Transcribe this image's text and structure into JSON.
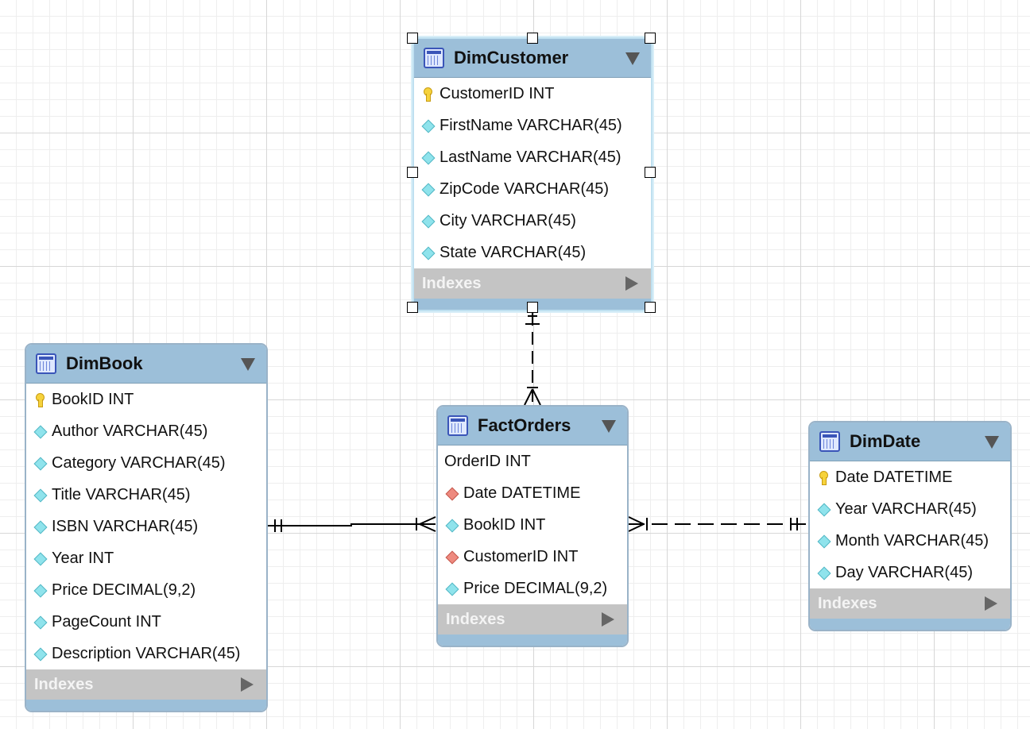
{
  "tables": {
    "dimcustomer": {
      "name": "DimCustomer",
      "columns": [
        {
          "text": "CustomerID INT",
          "marker": "key"
        },
        {
          "text": "FirstName VARCHAR(45)",
          "marker": "diamond"
        },
        {
          "text": "LastName VARCHAR(45)",
          "marker": "diamond"
        },
        {
          "text": "ZipCode VARCHAR(45)",
          "marker": "diamond"
        },
        {
          "text": "City VARCHAR(45)",
          "marker": "diamond"
        },
        {
          "text": "State VARCHAR(45)",
          "marker": "diamond"
        }
      ],
      "indexes_label": "Indexes",
      "selected": true
    },
    "dimbook": {
      "name": "DimBook",
      "columns": [
        {
          "text": "BookID INT",
          "marker": "key"
        },
        {
          "text": "Author VARCHAR(45)",
          "marker": "diamond"
        },
        {
          "text": "Category VARCHAR(45)",
          "marker": "diamond"
        },
        {
          "text": "Title VARCHAR(45)",
          "marker": "diamond"
        },
        {
          "text": "ISBN VARCHAR(45)",
          "marker": "diamond"
        },
        {
          "text": "Year INT",
          "marker": "diamond"
        },
        {
          "text": "Price DECIMAL(9,2)",
          "marker": "diamond"
        },
        {
          "text": "PageCount INT",
          "marker": "diamond"
        },
        {
          "text": "Description VARCHAR(45)",
          "marker": "diamond"
        }
      ],
      "indexes_label": "Indexes",
      "selected": false
    },
    "factorders": {
      "name": "FactOrders",
      "columns": [
        {
          "text": "OrderID INT",
          "marker": "none"
        },
        {
          "text": "Date DATETIME",
          "marker": "fk"
        },
        {
          "text": "BookID INT",
          "marker": "diamond"
        },
        {
          "text": "CustomerID INT",
          "marker": "fk"
        },
        {
          "text": "Price DECIMAL(9,2)",
          "marker": "diamond"
        }
      ],
      "indexes_label": "Indexes",
      "selected": false
    },
    "dimdate": {
      "name": "DimDate",
      "columns": [
        {
          "text": "Date DATETIME",
          "marker": "key"
        },
        {
          "text": "Year VARCHAR(45)",
          "marker": "diamond"
        },
        {
          "text": "Month VARCHAR(45)",
          "marker": "diamond"
        },
        {
          "text": "Day VARCHAR(45)",
          "marker": "diamond"
        }
      ],
      "indexes_label": "Indexes",
      "selected": false
    }
  },
  "relationships": [
    {
      "from": "DimCustomer",
      "to": "FactOrders",
      "from_cardinality": "one",
      "to_cardinality": "many",
      "identifying": false
    },
    {
      "from": "DimBook",
      "to": "FactOrders",
      "from_cardinality": "one",
      "to_cardinality": "many",
      "identifying": true
    },
    {
      "from": "DimDate",
      "to": "FactOrders",
      "from_cardinality": "one",
      "to_cardinality": "many",
      "identifying": false
    }
  ],
  "colors": {
    "header": "#9cbfd9",
    "indexes_bar": "#c4c4c4",
    "line": "#000000"
  }
}
